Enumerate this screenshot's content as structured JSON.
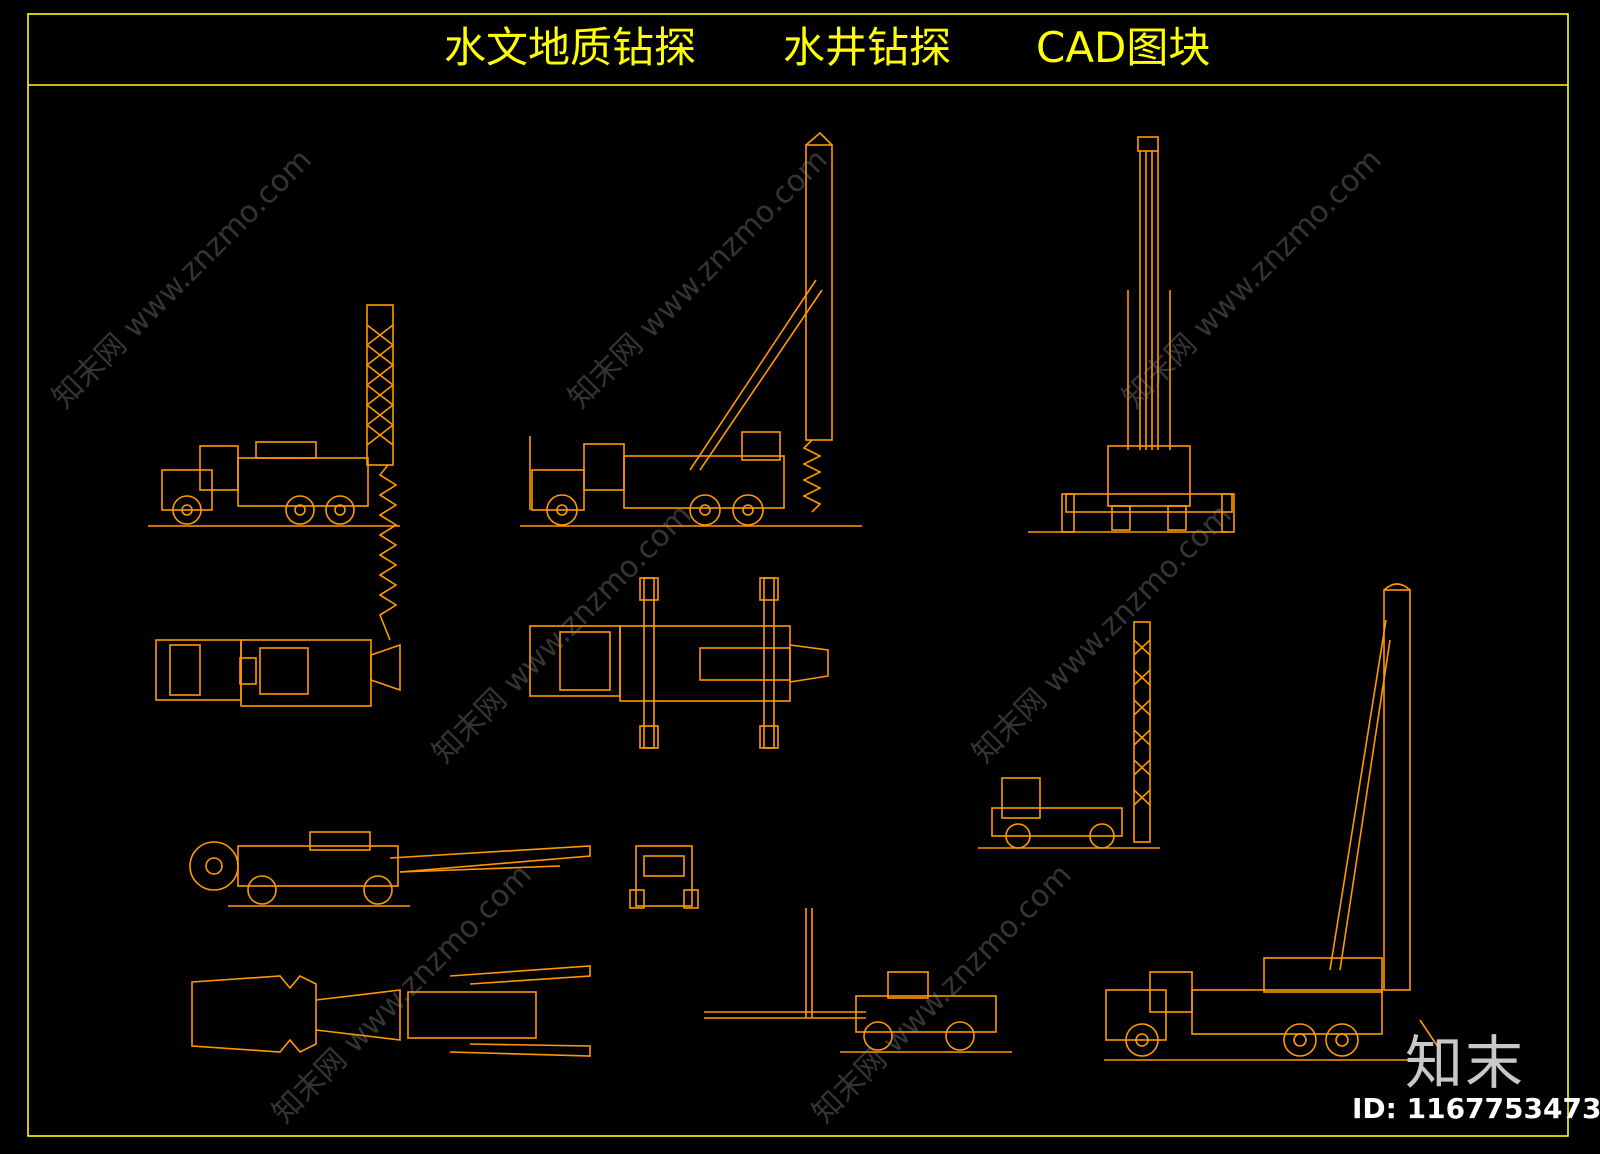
{
  "title": {
    "part1": "水文地质钻探",
    "part2": "水井钻探",
    "part3": "CAD图块"
  },
  "watermark": {
    "text": "知末网 www.znzmo.com"
  },
  "brand": {
    "logo_text": "知末",
    "id_label": "ID: 1167753473"
  },
  "colors": {
    "background": "#000000",
    "frame": "#ffff00",
    "title": "#ffff00",
    "drawing": "#ff9900"
  }
}
